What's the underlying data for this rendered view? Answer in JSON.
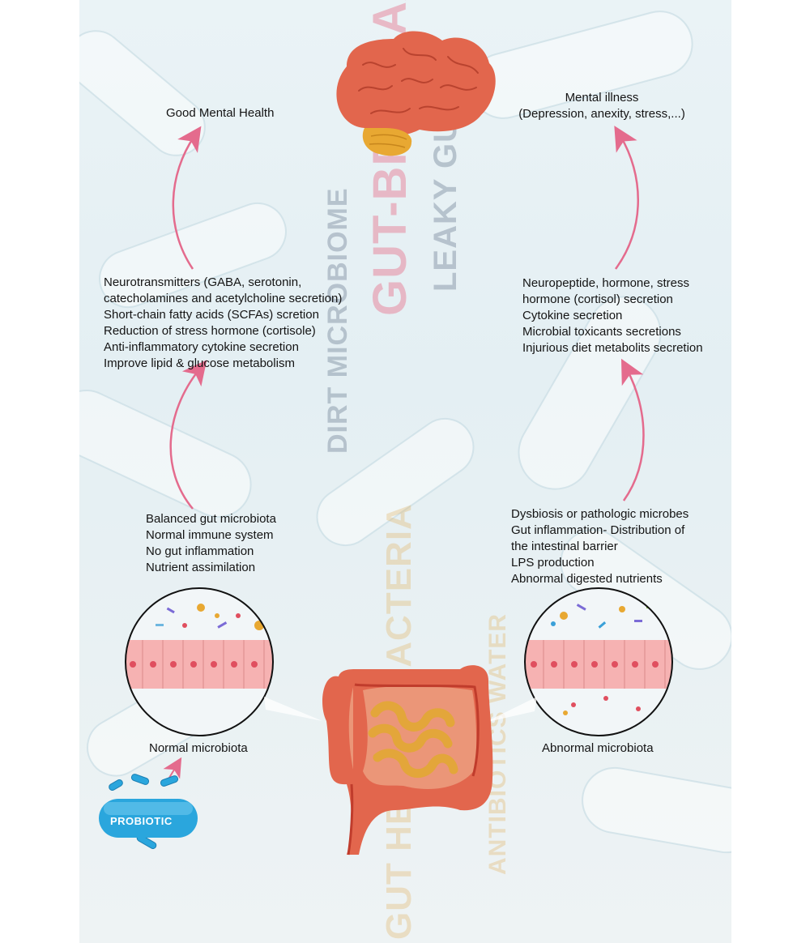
{
  "top": {
    "left_title": "Good Mental Health",
    "right_title": [
      "Mental illness",
      "(Depression, anexity, stress,...)"
    ]
  },
  "left": {
    "effects": [
      "Neurotransmitters (GABA, serotonin,",
      "catecholamines and acetylcholine secretion)",
      "Short-chain fatty acids (SCFAs) scretion",
      "Reduction of stress hormone (cortisole)",
      "Anti-inflammatory cytokine secretion",
      "Improve lipid & glucose metabolism"
    ],
    "gut_state": [
      "Balanced gut microbiota",
      "Normal immune system",
      "No gut inflammation",
      "Nutrient assimilation"
    ],
    "caption": "Normal microbiota"
  },
  "right": {
    "effects": [
      "Neuropeptide, hormone, stress",
      "hormone (cortisol) secretion",
      "Cytokine secretion",
      "Microbial toxicants secretions",
      "Injurious diet metabolits secretion"
    ],
    "gut_state": [
      "Dysbiosis or pathologic microbes",
      "Gut inflammation- Distribution of",
      "the intestinal barrier",
      "LPS production",
      "Abnormal digested nutrients"
    ],
    "caption": "Abnormal microbiota"
  },
  "probiotic": {
    "label": "PROBIOTIC"
  },
  "colors": {
    "arrow": "#e46b8d",
    "brain": "#e2664d",
    "cerebellum": "#e8a832",
    "colon": "#e2664d",
    "small_intestine": "#e3a63a",
    "probiotic": "#2aa6dd",
    "cell": "#f6b2b2"
  }
}
